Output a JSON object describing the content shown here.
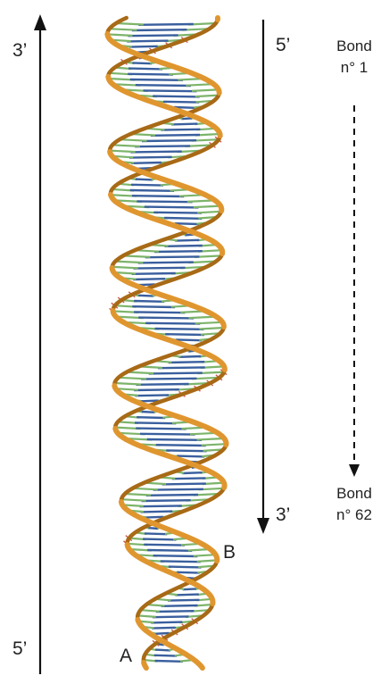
{
  "strand_labels": {
    "left_top": "3’",
    "left_bottom": "5’",
    "right_top": "5’",
    "right_bottom": "3’"
  },
  "strand_names": {
    "a": "A",
    "b": "B"
  },
  "bond_start": {
    "line1": "Bond",
    "line2": "n° 1"
  },
  "bond_end": {
    "line1": "Bond",
    "line2": "n° 62"
  },
  "colors": {
    "backbone": "#e0962f",
    "backbone_dark": "#a86a16",
    "base_green": "#7cb46a",
    "base_blue": "#3a5f9e",
    "phosphate_red": "#cc5a4e",
    "arrow": "#111111"
  }
}
